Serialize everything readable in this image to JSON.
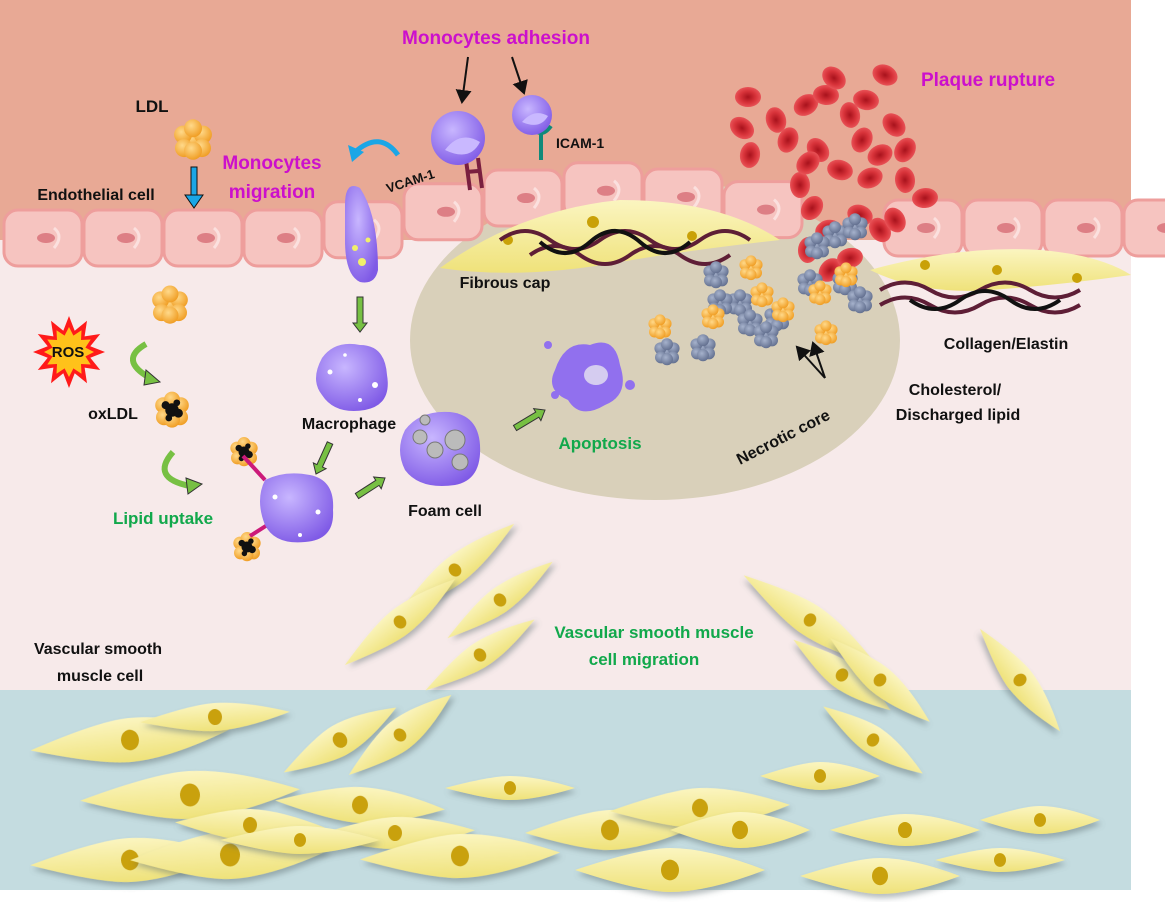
{
  "title": "Atherosclerosis progression diagram",
  "colors": {
    "lumen": "#e8a995",
    "intima": "#f7eaea",
    "media": "#c4dce0",
    "necrotic_core": "#d9d0ba",
    "endothelial": "#f6c4c0",
    "endothelial_border": "#ee9e9c",
    "smc_body": "#f6ed9c",
    "smc_nucleus": "#c9a108",
    "monocyte": "#9170ee",
    "rbc": "#d8333a",
    "ldl": "#f4b23c",
    "cholesterol": "#7b88a6",
    "magenta_label": "#cc10cc",
    "green_label": "#11a84b",
    "green_arrow": "#77c043",
    "blue_arrow": "#1aa6e6",
    "collagen": "#5e1e36"
  },
  "labels": {
    "monocytes_adhesion": "Monocytes adhesion",
    "plaque_rupture": "Plaque rupture",
    "ldl": "LDL",
    "monocytes_migration_1": "Monocytes",
    "monocytes_migration_2": "migration",
    "endothelial_cell": "Endothelial cell",
    "vcam1": "VCAM-1",
    "icam1": "ICAM-1",
    "fibrous_cap": "Fibrous cap",
    "ros": "ROS",
    "oxldl": "oxLDL",
    "macrophage": "Macrophage",
    "lipid_uptake": "Lipid uptake",
    "foam_cell": "Foam cell",
    "apoptosis": "Apoptosis",
    "necrotic_core": "Necrotic core",
    "collagen_elastin": "Collagen/Elastin",
    "cholesterol_1": "Cholesterol/",
    "cholesterol_2": "Discharged lipid",
    "vsmc_1": "Vascular smooth",
    "vsmc_2": "muscle cell",
    "vsmc_migration_1": "Vascular smooth muscle",
    "vsmc_migration_2": "cell migration"
  }
}
